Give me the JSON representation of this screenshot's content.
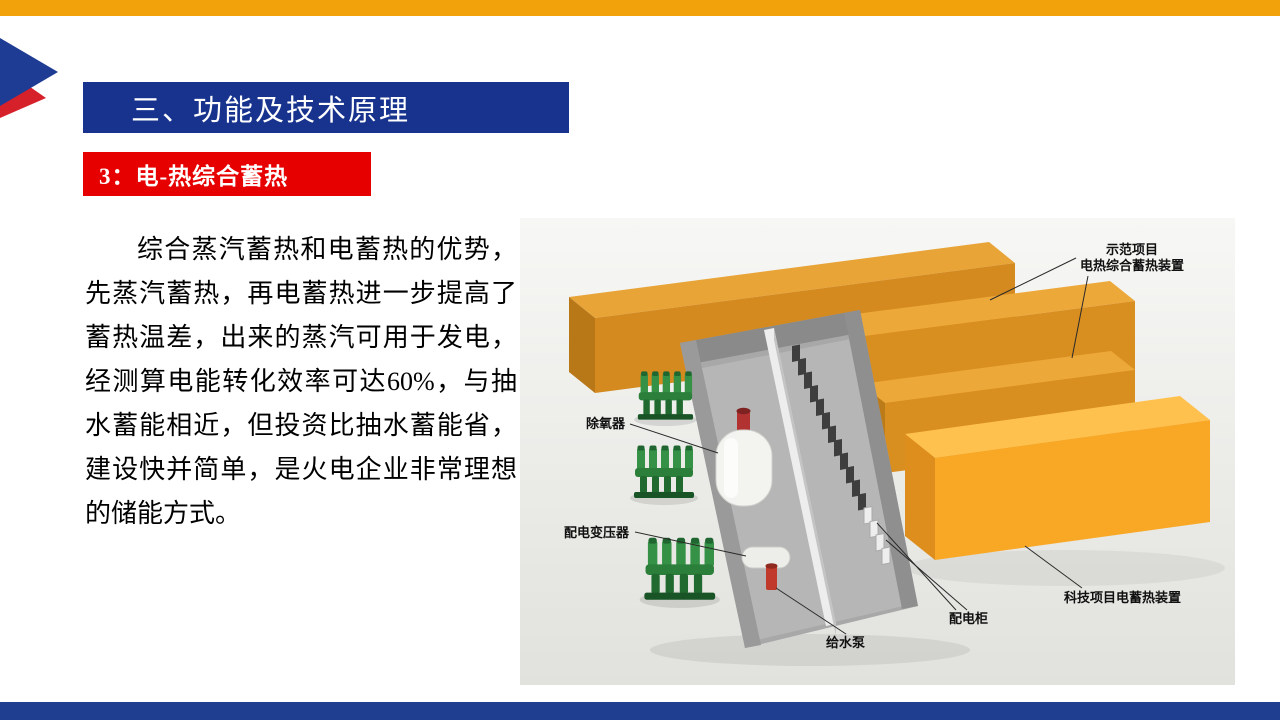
{
  "header": {
    "section_title": "三、功能及技术原理",
    "badge_title": "3：电-热综合蓄热"
  },
  "body": {
    "paragraph": "综合蒸汽蓄热和电蓄热的优势，先蒸汽蓄热，再电蓄热进一步提高了蓄热温差，出来的蒸汽可用于发电，经测算电能转化效率可达60%，与抽水蓄能相近，但投资比抽水蓄能省，建设快并简单，是火电企业非常理想的储能方式。"
  },
  "diagram": {
    "labels": {
      "demo_project_line1": "示范项目",
      "demo_project_line2": "电热综合蓄热装置",
      "deaerator": "除氧器",
      "transformer": "配电变压器",
      "feed_pump": "给水泵",
      "power_cabinet": "配电柜",
      "tech_project": "科技项目电蓄热装置"
    }
  },
  "colors": {
    "top_bar": "#F2A20A",
    "bottom_bar": "#203E90",
    "title_banner": "#17338E",
    "badge": "#E60000",
    "storage_box_top": "#FFC14E",
    "storage_box_front": "#D98E20",
    "container_gray": "#A8A8A8",
    "equipment_green": "#2E8B3D",
    "arrow_blue": "#1F3C94",
    "arrow_red": "#D6212B"
  }
}
